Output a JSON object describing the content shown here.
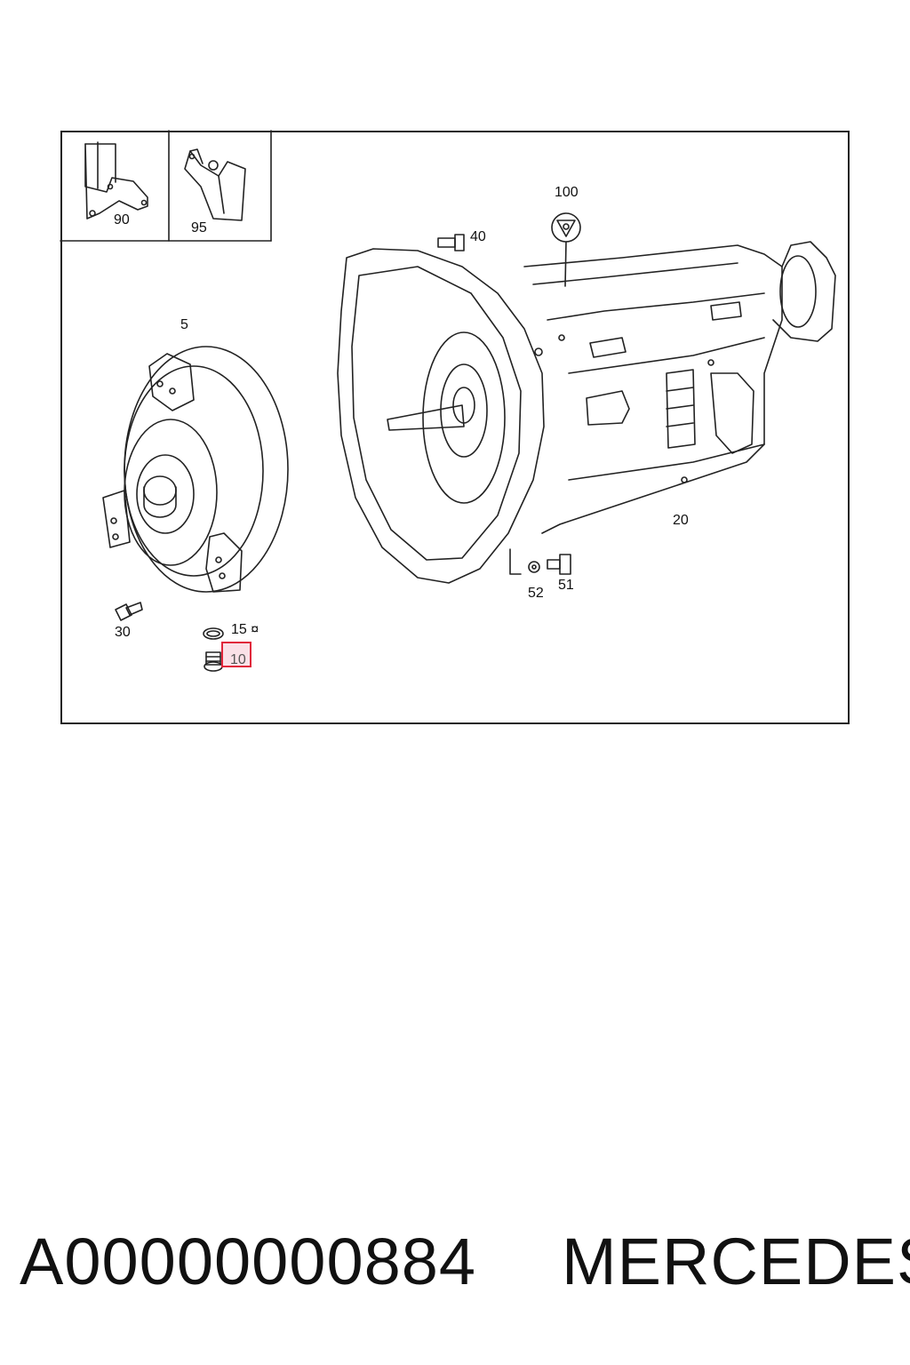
{
  "diagram": {
    "callouts": {
      "c90": "90",
      "c95": "95",
      "c100": "100",
      "c40": "40",
      "c5": "5",
      "c20": "20",
      "c52": "52",
      "c51": "51",
      "c30": "30",
      "c15": "15 ¤",
      "c10": "10"
    },
    "highlighted_callout": "10",
    "highlight_color": "#e0263a"
  },
  "footer": {
    "part_number": "A00000000884",
    "brand": "MERCEDES"
  }
}
